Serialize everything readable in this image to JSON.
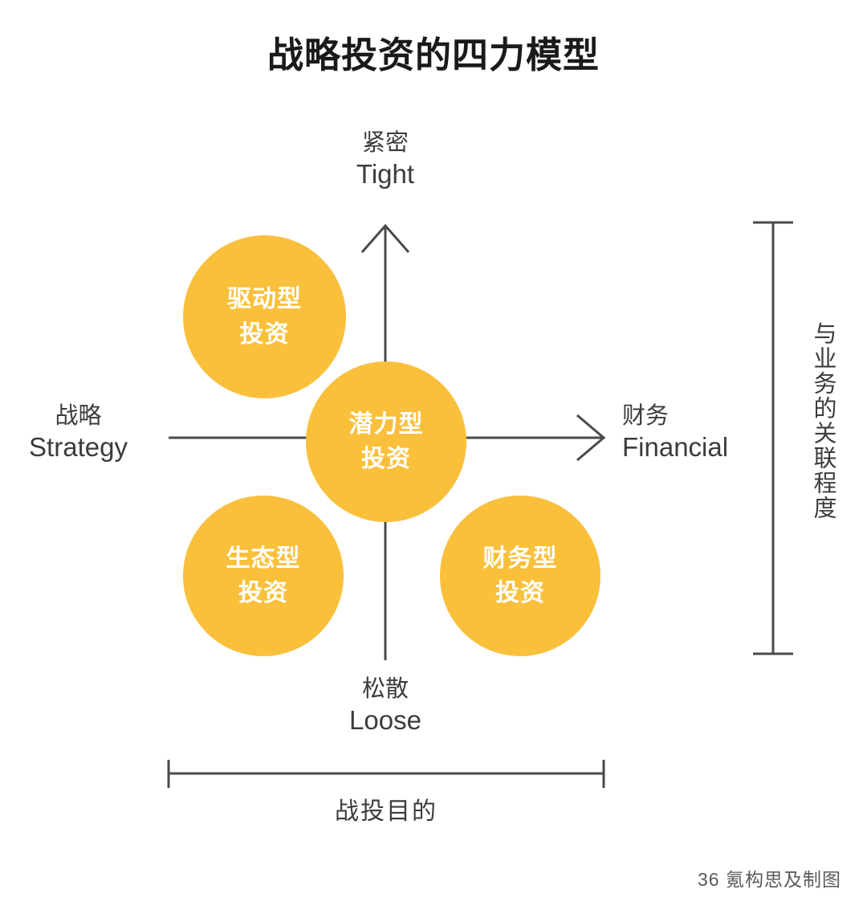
{
  "title": "战略投资的四力模型",
  "credit": "36 氪构思及制图",
  "axes": {
    "top": {
      "cn": "紧密",
      "en": "Tight"
    },
    "bottom": {
      "cn": "松散",
      "en": "Loose"
    },
    "left": {
      "cn": "战略",
      "en": "Strategy"
    },
    "right": {
      "cn": "财务",
      "en": "Financial"
    }
  },
  "brackets": {
    "right_label": "与业务的关联程度",
    "bottom_label": "战投目的"
  },
  "bubbles": [
    {
      "id": "driver",
      "line1": "驱动型",
      "line2": "投资",
      "quadrant": "top-left"
    },
    {
      "id": "potential",
      "line1": "潜力型",
      "line2": "投资",
      "quadrant": "center"
    },
    {
      "id": "eco",
      "line1": "生态型",
      "line2": "投资",
      "quadrant": "bottom-left"
    },
    {
      "id": "finance",
      "line1": "财务型",
      "line2": "投资",
      "quadrant": "bottom-right"
    }
  ],
  "colors": {
    "bubble": "#FAC03C",
    "bubble_text": "#FFFFFF",
    "axis_line": "#4a4a4a",
    "title_text": "#1A1A1A",
    "label_text": "#3C3C3C",
    "background": "#FFFFFF"
  },
  "chart_data": {
    "type": "scatter",
    "title": "战略投资的四力模型",
    "xlabel": "战投目的",
    "ylabel": "与业务的关联程度",
    "x_axis": {
      "left": "战略 Strategy",
      "right": "财务 Financial"
    },
    "y_axis": {
      "bottom": "松散 Loose",
      "top": "紧密 Tight"
    },
    "grid": false,
    "legend": null,
    "points": [
      {
        "label": "驱动型投资",
        "x": "战略",
        "y": "紧密",
        "quadrant": "top-left"
      },
      {
        "label": "潜力型投资",
        "x": "中间",
        "y": "中间",
        "quadrant": "center"
      },
      {
        "label": "生态型投资",
        "x": "战略",
        "y": "松散",
        "quadrant": "bottom-left"
      },
      {
        "label": "财务型投资",
        "x": "财务",
        "y": "松散",
        "quadrant": "bottom-right"
      }
    ]
  }
}
